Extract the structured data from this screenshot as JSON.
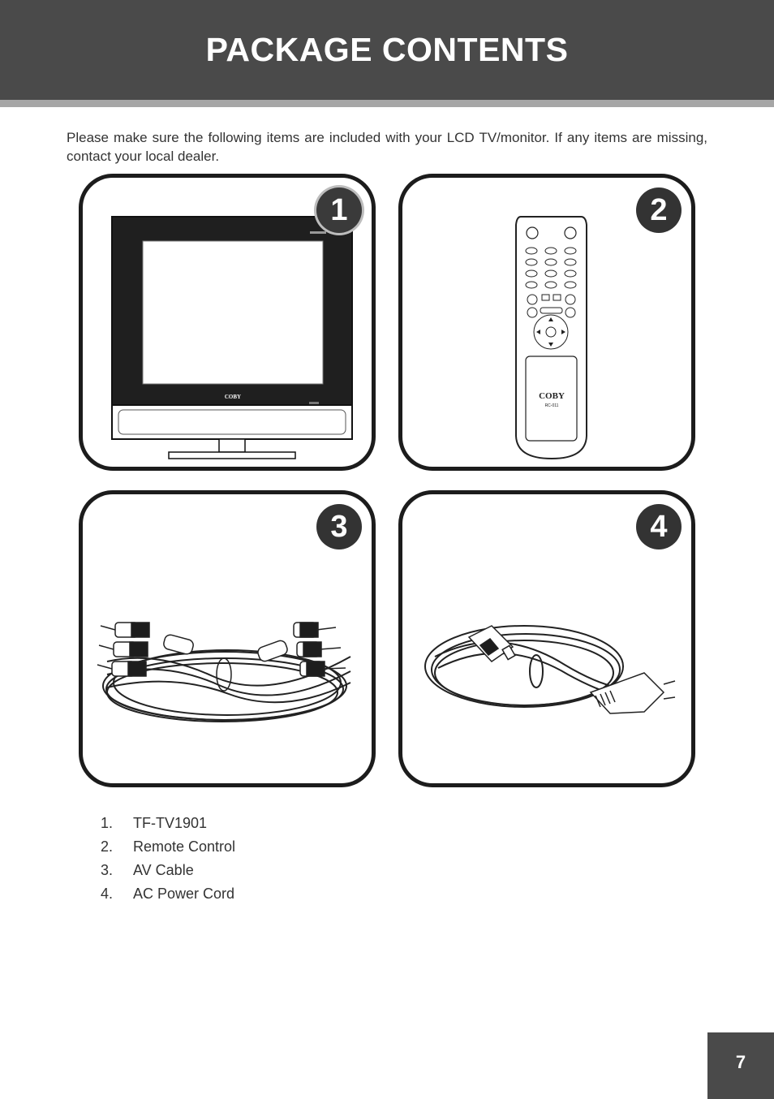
{
  "header": {
    "title": "PACKAGE CONTENTS"
  },
  "intro": "Please make sure the following items are included with your LCD TV/monitor. If any items are missing, contact your local dealer.",
  "panels": [
    {
      "badge": "1",
      "tv_brand": "COBY"
    },
    {
      "badge": "2",
      "remote_brand": "COBY",
      "remote_model": "RC-011"
    },
    {
      "badge": "3"
    },
    {
      "badge": "4"
    }
  ],
  "items": [
    {
      "num": "1.",
      "label": "TF-TV1901"
    },
    {
      "num": "2.",
      "label": "Remote Control"
    },
    {
      "num": "3.",
      "label": "AV Cable"
    },
    {
      "num": "4.",
      "label": "AC Power Cord"
    }
  ],
  "page_number": "7",
  "colors": {
    "header_bg": "#4a4a4a",
    "header_rule": "#a6a6a6",
    "panel_border": "#1c1c1c",
    "badge_bg": "#333333"
  }
}
